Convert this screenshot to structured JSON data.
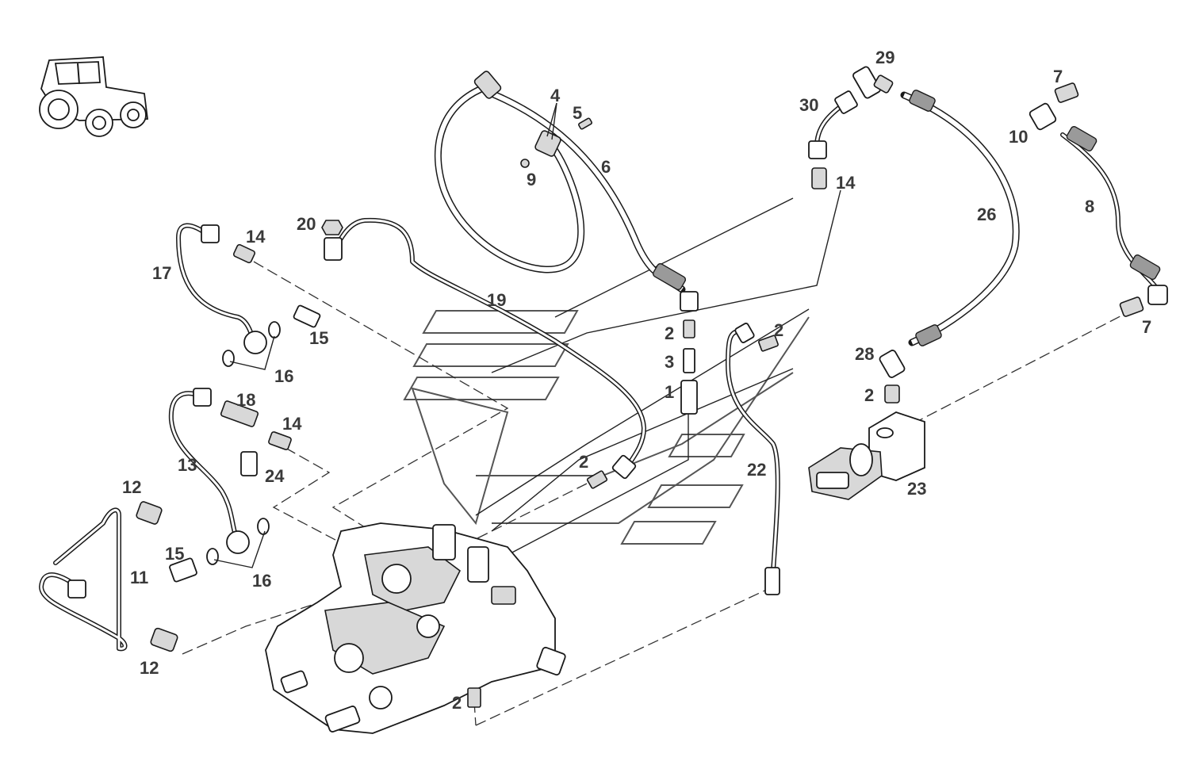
{
  "diagram": {
    "callouts": {
      "c1": "1",
      "c2a": "2",
      "c2b": "2",
      "c2c": "2",
      "c2d": "2",
      "c2e": "2",
      "c3": "3",
      "c4": "4",
      "c5": "5",
      "c6": "6",
      "c7a": "7",
      "c7b": "7",
      "c8": "8",
      "c9": "9",
      "c10": "10",
      "c11": "11",
      "c12a": "12",
      "c12b": "12",
      "c13": "13",
      "c14a": "14",
      "c14b": "14",
      "c14c": "14",
      "c15a": "15",
      "c15b": "15",
      "c16a": "16",
      "c16b": "16",
      "c17": "17",
      "c18": "18",
      "c19": "19",
      "c20": "20",
      "c22": "22",
      "c23": "23",
      "c24": "24",
      "c26": "26",
      "c28": "28",
      "c29": "29",
      "c30": "30"
    },
    "icons": {
      "tractor": "tractor-icon",
      "watermark": "watermark-logo"
    }
  }
}
